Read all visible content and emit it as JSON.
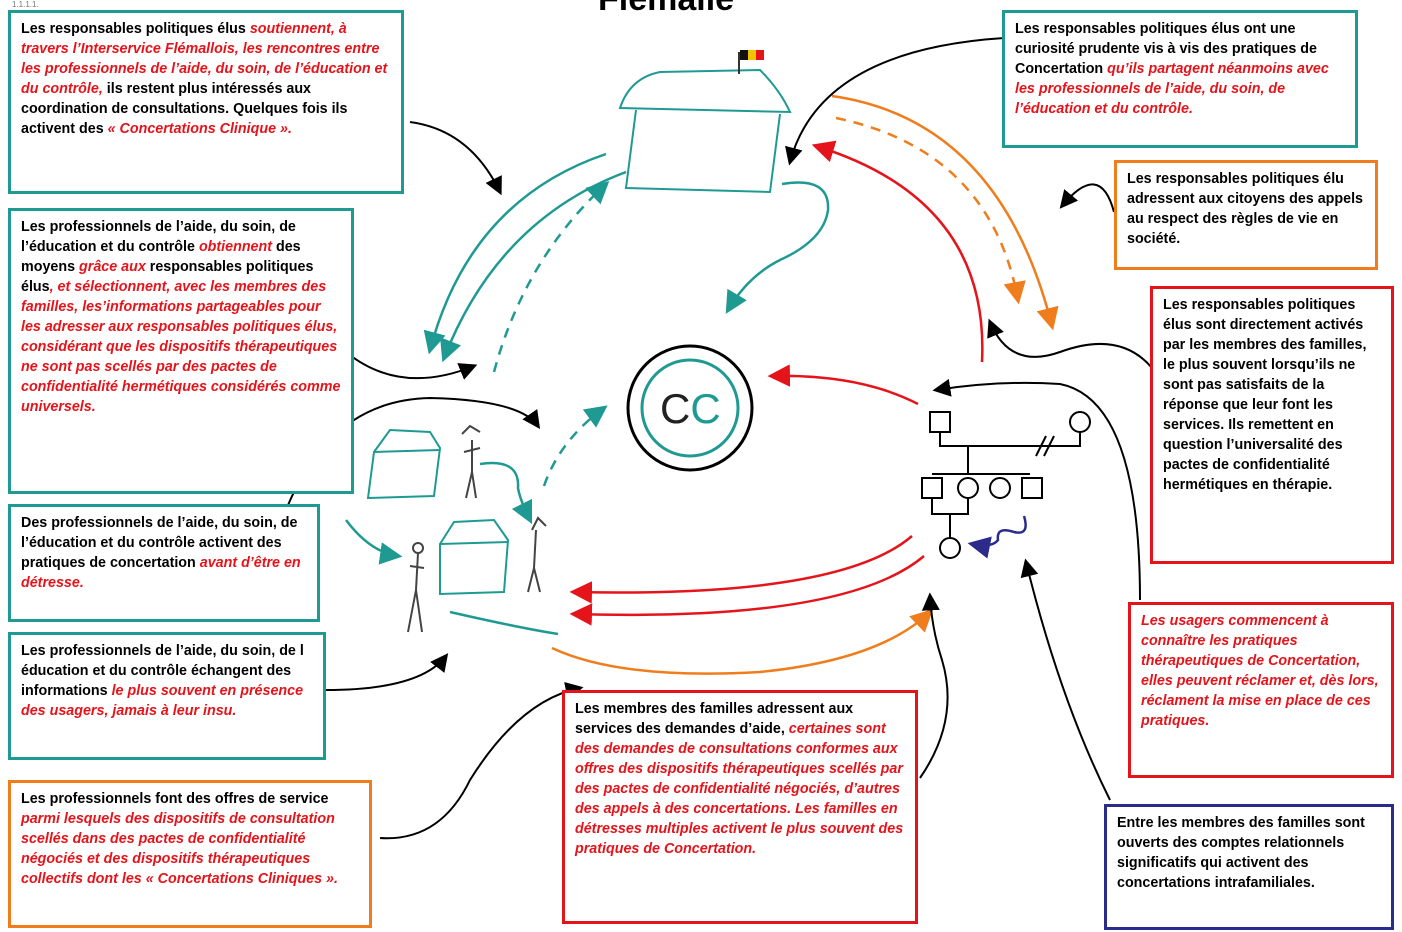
{
  "title": "Flémalle",
  "top_marker": "1.1.1.1.",
  "center_label": {
    "first": "C",
    "second": "C"
  },
  "colors": {
    "teal": "#1f9a93",
    "orange": "#ef7d1c",
    "red": "#e5141b",
    "navy": "#2b2b8c"
  },
  "boxes": {
    "b1": [
      {
        "t": "Les  responsables politiques élus ",
        "h": false
      },
      {
        "t": "soutiennent, à travers l’Interservice Flémallois, les rencontres entre les professionnels de l’aide, du soin, de l’éducation et du contrôle,",
        "h": true
      },
      {
        "t": " ils restent plus intéressés aux coordination de consultations. Quelques fois ils activent des ",
        "h": false
      },
      {
        "t": "« Concertations Clinique ».",
        "h": true
      }
    ],
    "b2": [
      {
        "t": "Les professionnels de l’aide, du soin, de l’éducation et du contrôle ",
        "h": false
      },
      {
        "t": "obtiennent",
        "h": true
      },
      {
        "t": " des moyens ",
        "h": false
      },
      {
        "t": "grâce aux",
        "h": true
      },
      {
        "t": " responsables politiques élus",
        "h": false
      },
      {
        "t": ", et sélectionnent, avec les membres des familles, les’informations partageables pour les adresser aux responsables politiques élus, considérant que les dispositifs thérapeutiques ne sont pas scellés par des pactes de confidentialité hermétiques considérés comme universels.",
        "h": true
      }
    ],
    "b3": [
      {
        "t": "Des professionnels de l’aide, du soin, de l’éducation et du contrôle activent des pratiques de concertation ",
        "h": false
      },
      {
        "t": "avant d’être en détresse.",
        "h": true
      }
    ],
    "b4": [
      {
        "t": "Les professionnels de l’aide, du soin, de l éducation et du contrôle échangent des informations ",
        "h": false
      },
      {
        "t": "le plus souvent en présence des usagers, jamais à leur insu.",
        "h": true
      }
    ],
    "b5": [
      {
        "t": "Les professionnels font des offres de service ",
        "h": false
      },
      {
        "t": "parmi lesquels des dispositifs de consultation scellés dans des pactes de confidentialité négociés et des dispositifs thérapeutiques collectifs dont les « Concertations Cliniques ».",
        "h": true
      }
    ],
    "b6": [
      {
        "t": "Les membres des familles adressent aux services des demandes d’aide, ",
        "h": false
      },
      {
        "t": "certaines sont des demandes de consultations conformes aux offres des dispositifs thérapeutiques scellés par des pactes de confidentialité négociés, d’autres des appels à des concertations. Les familles en détresses multiples activent le plus souvent des pratiques de Concertation.",
        "h": true
      }
    ],
    "b7": [
      {
        "t": "Les responsables politiques élus ont une curiosité prudente vis à vis des pratiques de Concertation ",
        "h": false
      },
      {
        "t": "qu’ils partagent néanmoins avec les professionnels de l’aide, du soin, de l’éducation et du contrôle.",
        "h": true
      }
    ],
    "b8": [
      {
        "t": "Les responsables politiques élu adressent aux citoyens des appels au respect des règles de vie en société.",
        "h": false
      }
    ],
    "b9": [
      {
        "t": "Les responsables politiques élus sont directement activés par les membres des familles, le plus souvent lorsqu’ils ne sont pas satisfaits de la réponse que leur font les services. Ils remettent en question l’universalité des pactes de confidentialité hermétiques en thérapie.",
        "h": false
      }
    ],
    "b10": [
      {
        "t": "Les usagers commencent à connaître les pratiques thérapeutiques de Concertation, elles peuvent réclamer et, dès lors, réclament la mise en place de ces pratiques.",
        "h": true
      }
    ],
    "b11": [
      {
        "t": "Entre les membres des familles sont ouverts des comptes relationnels significatifs qui activent des concertations intrafamiliales.",
        "h": false
      }
    ]
  }
}
